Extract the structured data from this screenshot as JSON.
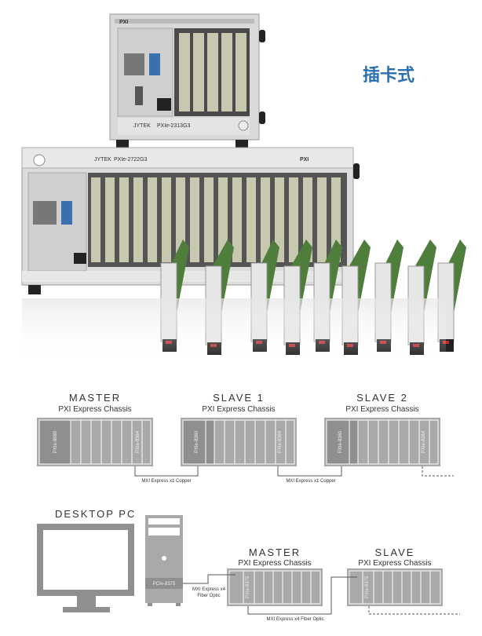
{
  "top_section": {
    "label": "插卡式",
    "label_color": "#2a6fb0",
    "small_chassis": {
      "brand": "JYTEK",
      "model": "PXIe-2313G3",
      "badge": "PXI"
    },
    "large_chassis": {
      "brand": "JYTEK",
      "model": "PXIe-2722G3",
      "badge": "PXI"
    }
  },
  "row1": {
    "master": {
      "title": "MASTER",
      "subtitle": "PXI Express Chassis",
      "left_card": "PXIe-8880",
      "right_card": "PXIe-8364"
    },
    "slave1": {
      "title": "SLAVE 1",
      "subtitle": "PXI Express Chassis",
      "left_card": "PXIe-8360",
      "right_card": "PXIe-8364"
    },
    "slave2": {
      "title": "SLAVE 2",
      "subtitle": "PXI Express Chassis",
      "left_card": "PXIe-8360",
      "right_card": "PXIe-8364"
    },
    "link1": "MXI Express x1 Copper",
    "link2": "MXI Express x1 Copper"
  },
  "row2": {
    "pc": {
      "title": "DESKTOP PC",
      "card": "PCIe-8375"
    },
    "master": {
      "title": "MASTER",
      "subtitle": "PXI Express Chassis",
      "card": "PXIe-8375"
    },
    "slave": {
      "title": "SLAVE",
      "subtitle": "PXI Express Chassis",
      "card": "PXIe-8375"
    },
    "link_fiber_line1": "MXI Express x4",
    "link_fiber_line2": "Fiber Optic",
    "link_bottom": "MXI Express x4 Fiber Optic"
  },
  "colors": {
    "chassis": "#a7a7a7",
    "chassis_dark": "#8e8e8e",
    "slot_line": "#ffffff",
    "wire": "#555555"
  }
}
